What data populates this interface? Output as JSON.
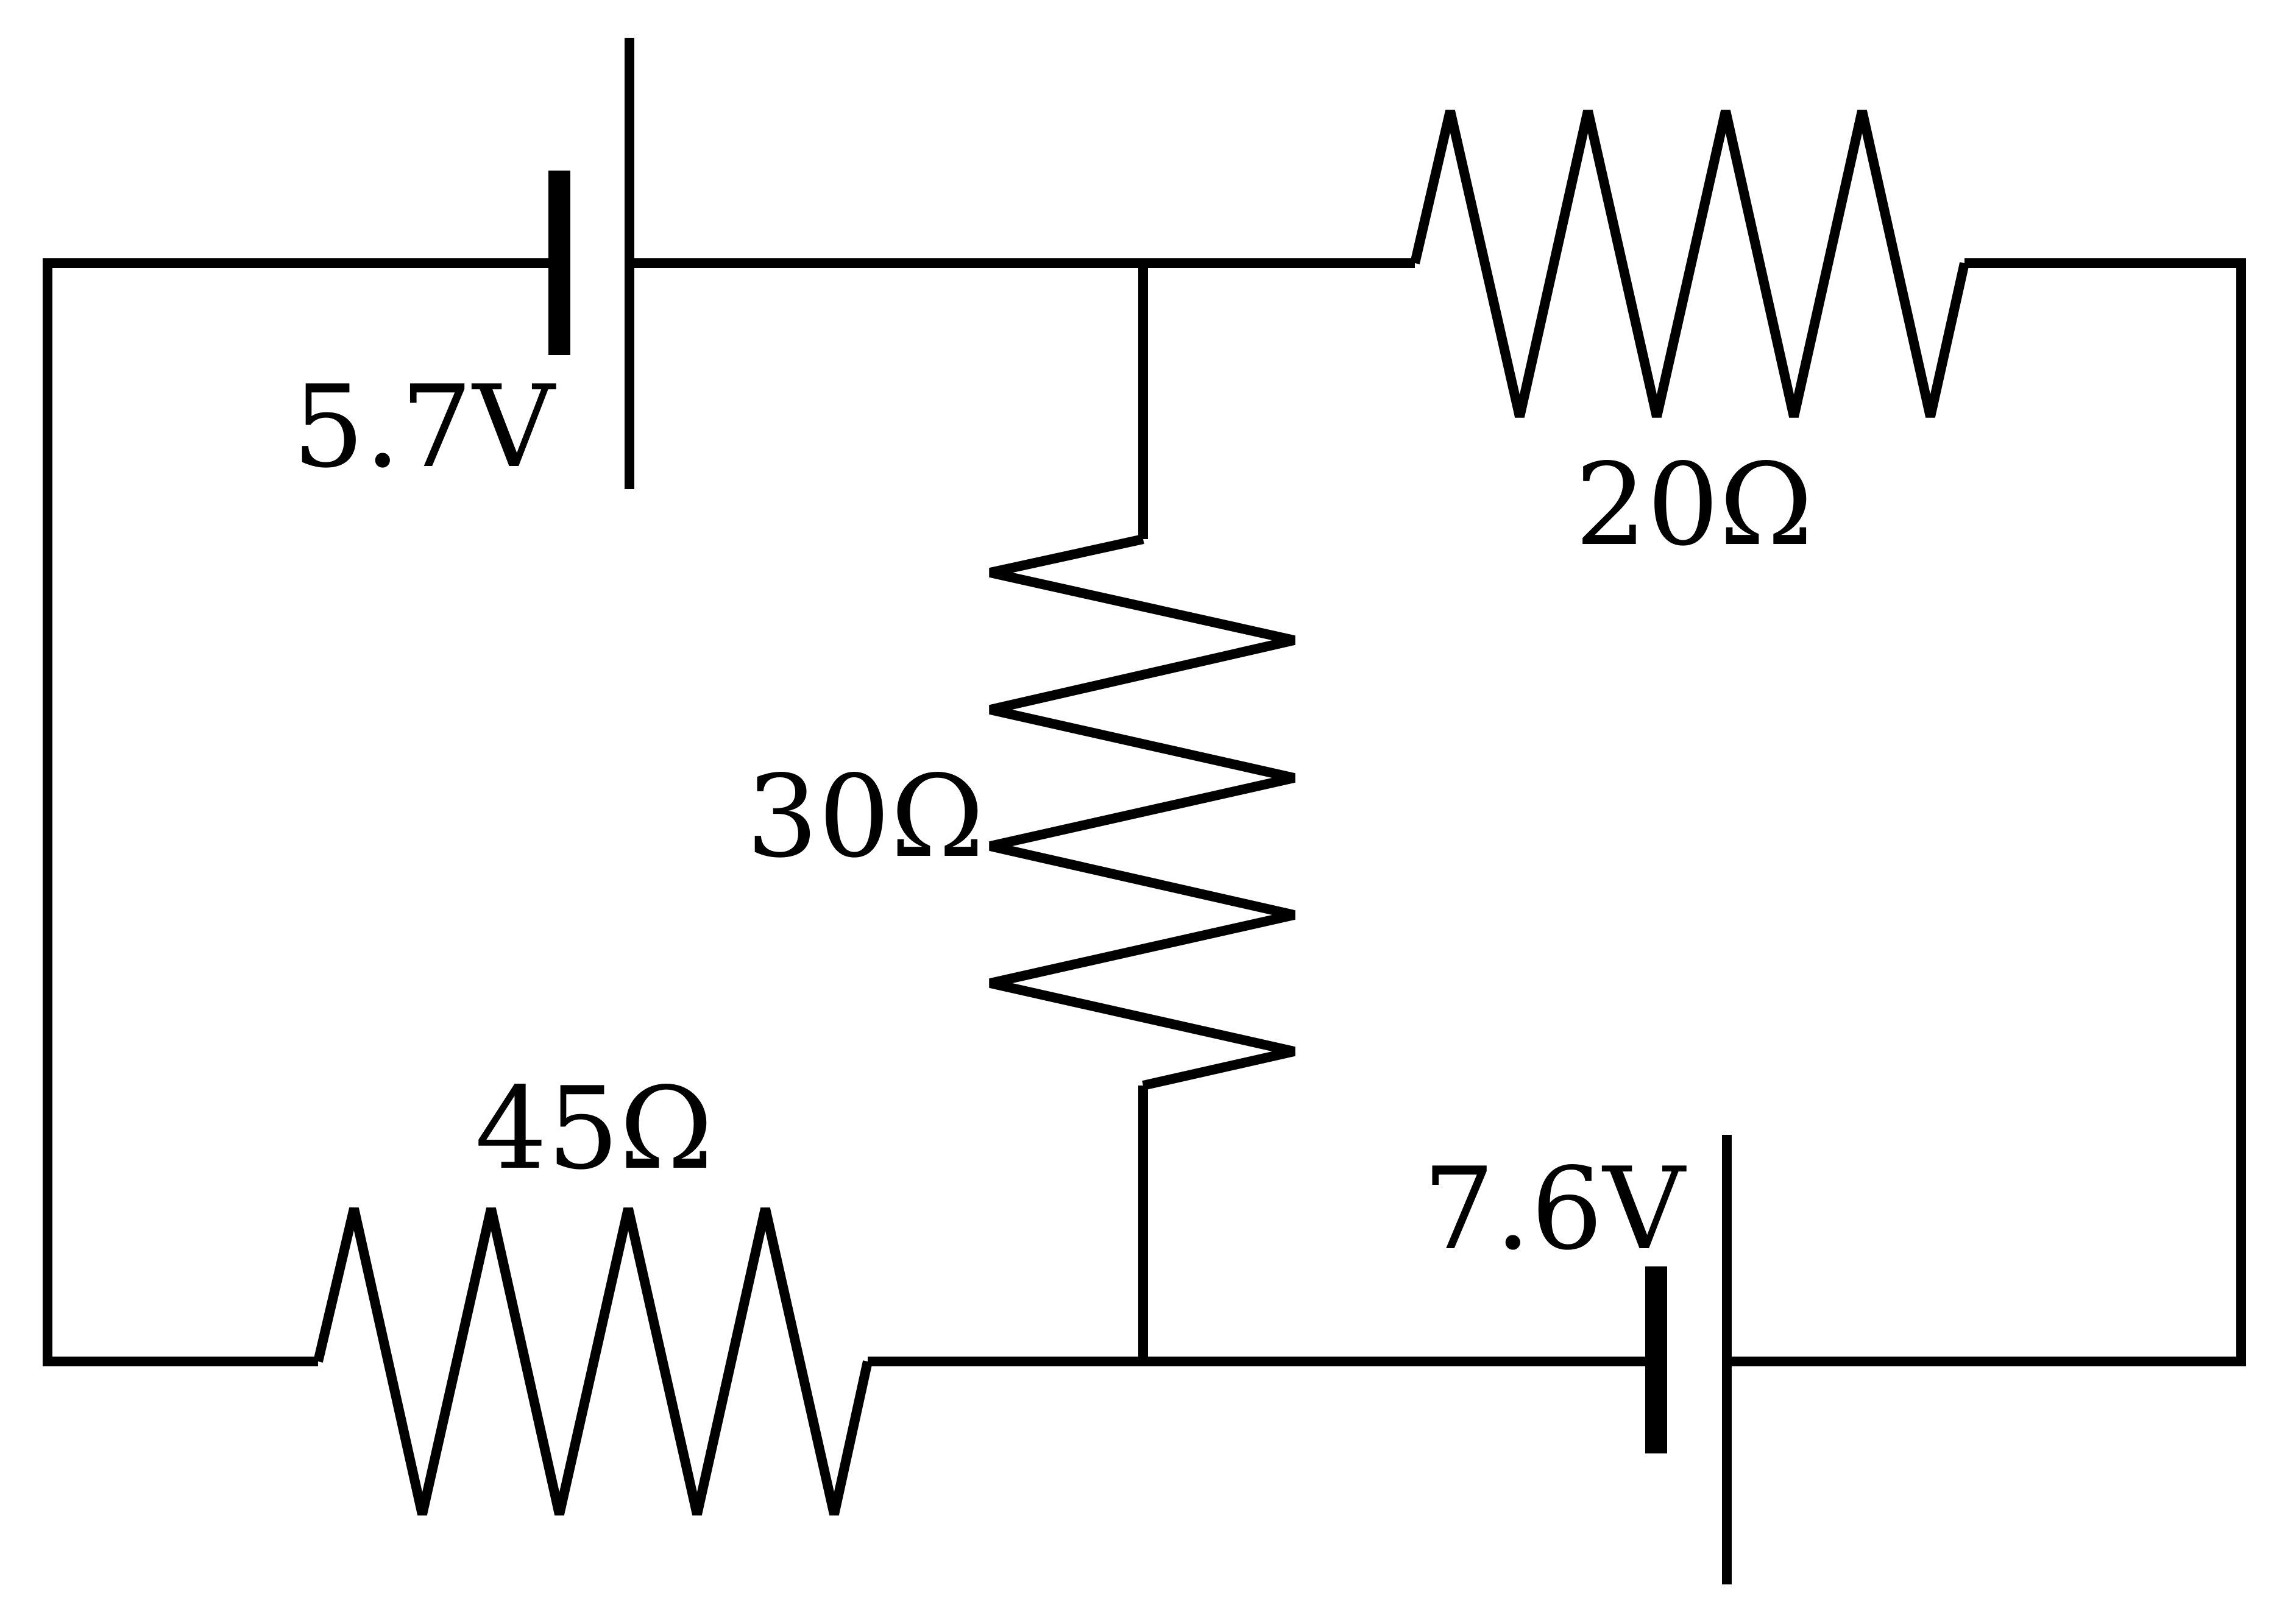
{
  "diagram": {
    "type": "circuit",
    "batteries": [
      {
        "id": "battery-top",
        "label": "5.7V"
      },
      {
        "id": "battery-bottom",
        "label": "7.6V"
      }
    ],
    "resistors": [
      {
        "id": "resistor-top-right",
        "label": "20Ω"
      },
      {
        "id": "resistor-middle",
        "label": "30Ω"
      },
      {
        "id": "resistor-bottom-left",
        "label": "45Ω"
      }
    ],
    "colors": {
      "line": "#000000",
      "background": "#ffffff"
    }
  }
}
